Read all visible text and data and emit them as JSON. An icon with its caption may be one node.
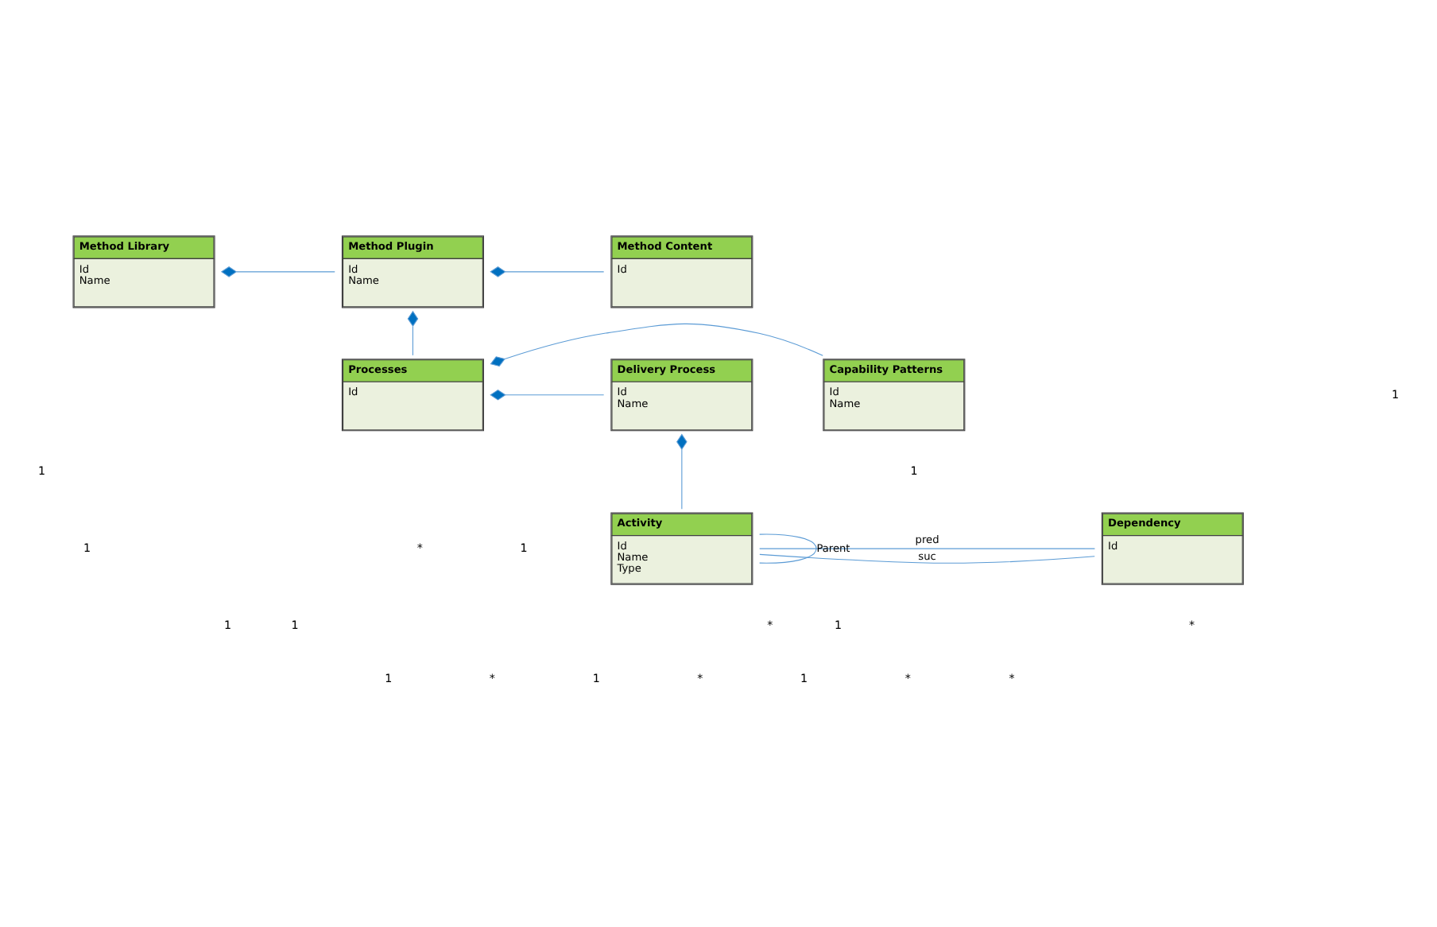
{
  "diagram": {
    "nodes": [
      {
        "text": [
          "Method Library",
          "Id",
          "Name"
        ]
      },
      {
        "text": [
          "Method Plugin",
          "Id",
          "Name"
        ]
      },
      {
        "text": [
          "Method Content",
          "Id"
        ]
      },
      {
        "text": [
          "Capability Patterns",
          "Id",
          "Name"
        ]
      },
      {
        "text": [
          "Processes",
          "Id"
        ]
      },
      {
        "text": [
          "Delivery Process",
          "Id",
          "Name"
        ]
      },
      {
        "text": [
          "Dependency",
          "Id"
        ]
      },
      {
        "text": [
          "Activity",
          "Id",
          "Name",
          "Type"
        ]
      }
    ],
    "edges": [
      {
        "from": 0,
        "to": 1,
        "arrow": "other"
      },
      {
        "from": 1,
        "to": 2,
        "arrow": "other"
      },
      {
        "from": 1,
        "to": 4,
        "arrow": "other"
      },
      {
        "from": 4,
        "to": 3,
        "arrow": "other"
      },
      {
        "from": 4,
        "to": 5,
        "arrow": "other"
      },
      {
        "from": 5,
        "to": 7,
        "arrow": "other"
      },
      {
        "from": 6,
        "to": 7,
        "arrow": "none",
        "label": "pred"
      },
      {
        "from": 6,
        "to": 7,
        "arrow": "none",
        "label": "suc"
      },
      {
        "from": 7,
        "to": 7,
        "arrow": "none",
        "label": "Parent"
      }
    ],
    "labels": [
      "1",
      "*",
      "1",
      "1",
      "1",
      "1",
      "*",
      "1",
      "1",
      "*",
      "1",
      "*",
      "1",
      "*",
      "*",
      "*",
      "1",
      "1"
    ]
  }
}
